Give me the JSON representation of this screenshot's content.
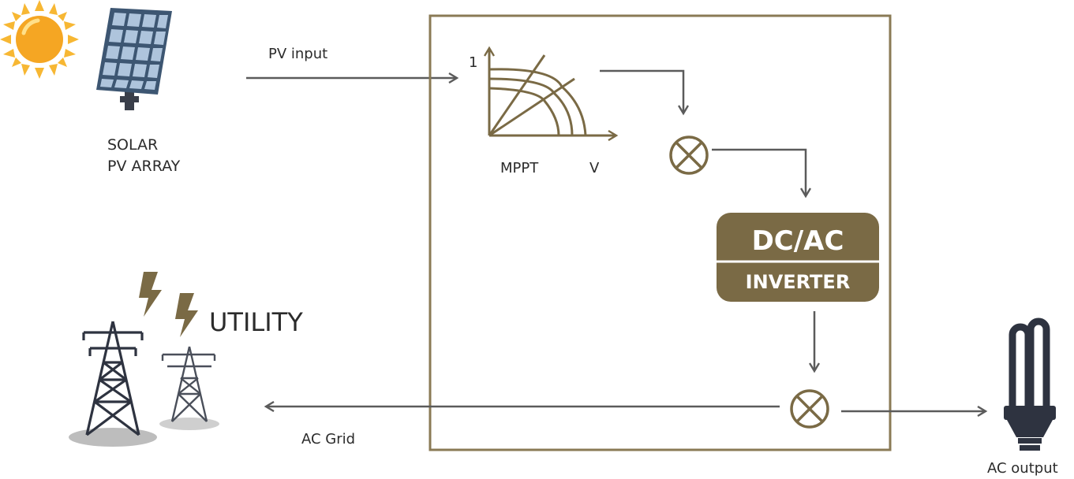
{
  "labels": {
    "solar_line1": "SOLAR",
    "solar_line2": "PV ARRAY",
    "pv_input": "PV input",
    "mppt": "MPPT",
    "mppt_axis_y": "1",
    "mppt_axis_x": "V",
    "inverter_line1": "DC/AC",
    "inverter_line2": "INVERTER",
    "utility": "UTILITY",
    "ac_grid": "AC Grid",
    "ac_output": "AC output"
  },
  "icons": {
    "sun": "sun-icon",
    "solar_panel": "solar-panel-icon",
    "mppt_curve": "mppt-curve-icon",
    "mixer": "multiplier-node-icon",
    "lightning": "lightning-bolt-icon",
    "pylon": "transmission-tower-icon",
    "lamp": "cfl-lamp-icon"
  },
  "colors": {
    "accent": "#7a6a45",
    "box_border": "#8a7a55",
    "arrow": "#5b5b5b",
    "dark": "#3a3f4a",
    "panel_blue": "#3d5672",
    "sun_orange": "#f5a623"
  }
}
